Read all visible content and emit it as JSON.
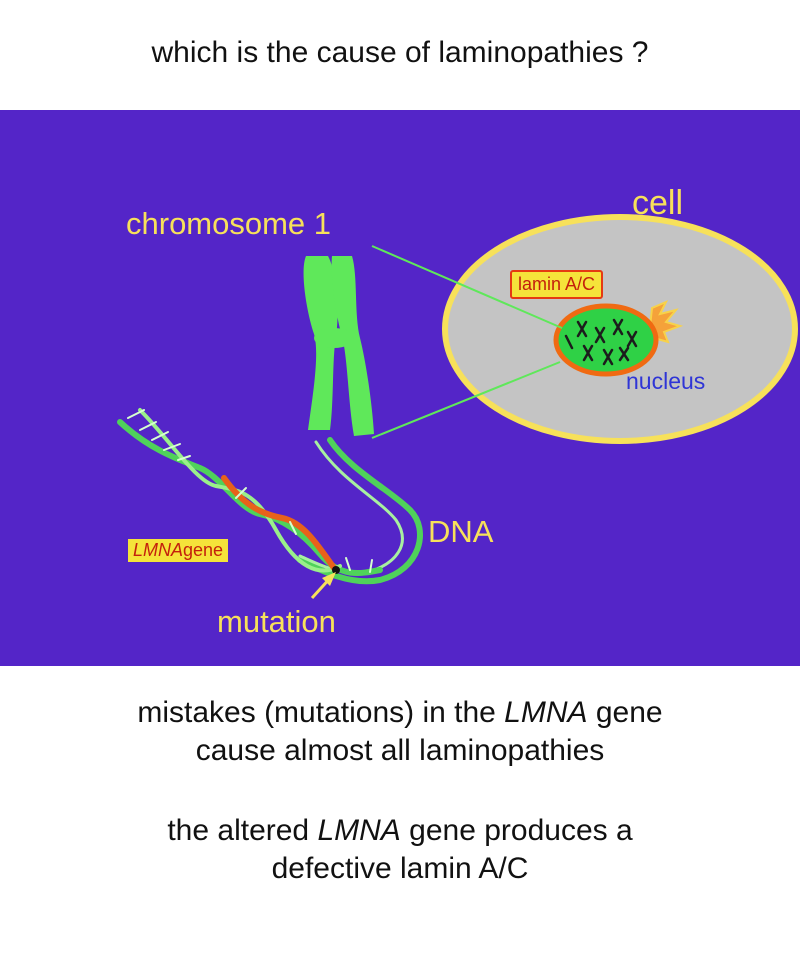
{
  "title": "which is the cause of laminopathies ?",
  "diagram": {
    "labels": {
      "cell": "cell",
      "chromosome": "chromosome 1",
      "lamin": "lamin A/C",
      "nucleus": "nucleus",
      "dna": "DNA",
      "gene_italic": "LMNA",
      "gene_suffix": "gene",
      "mutation": "mutation"
    },
    "colors": {
      "background": "#5425c8",
      "cell_fill": "#c4c4c4",
      "cell_border": "#f7e15a",
      "nucleus_fill": "#2fd146",
      "nucleus_border": "#f06a12",
      "chromosome": "#5fe85a",
      "dna": "#4fd25a",
      "gene_segment": "#e8621a",
      "label_yellow": "#f7e15a",
      "label_blue": "#2f35d6"
    }
  },
  "text": {
    "para1_line1_pre": "mistakes (mutations) in the ",
    "para1_line1_italic": "LMNA",
    "para1_line1_post": " gene",
    "para1_line2": "cause almost all laminopathies",
    "para2_line1_pre": "the altered ",
    "para2_line1_italic": "LMNA",
    "para2_line1_post": " gene produces a",
    "para2_line2": "defective lamin A/C"
  }
}
